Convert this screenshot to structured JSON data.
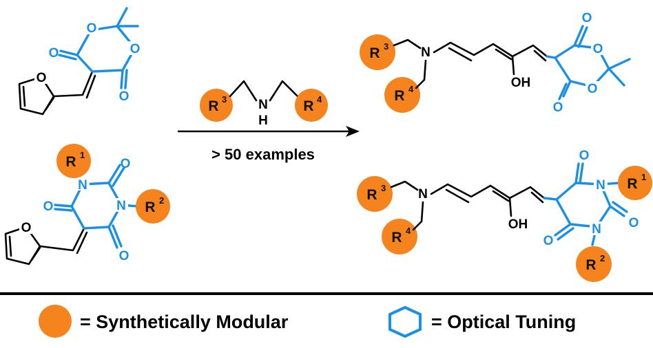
{
  "reaction": {
    "conditions": "> 50 examples"
  },
  "atoms": {
    "O": "O",
    "N": "N",
    "H": "H",
    "OH": "OH"
  },
  "substituents": {
    "R": "R",
    "n1": "1",
    "n2": "2",
    "n3": "3",
    "n4": "4"
  },
  "legend": {
    "modular": "= Synthetically Modular",
    "optical": "= Optical Tuning"
  },
  "colors": {
    "modular_orange": "#f5841f",
    "optical_blue": "#1a8fe6",
    "bond_black": "#000000"
  }
}
